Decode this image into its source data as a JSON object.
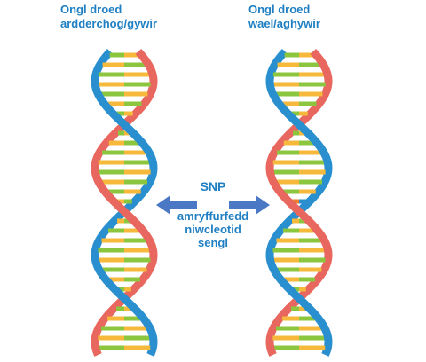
{
  "left": {
    "title": [
      "Ongl droed",
      "ardderchog/gywir"
    ]
  },
  "right": {
    "title": [
      "Ongl droed",
      "wael/aghywir"
    ]
  },
  "center": {
    "abbr": "SNP",
    "description": [
      "amryffurfedd",
      "niwcleotid",
      "sengl"
    ]
  },
  "colors": {
    "label": "#1f7fc2",
    "strand_red": "#e8675e",
    "strand_blue": "#2a8fcf",
    "base_green": "#8cc63f",
    "base_yellow": "#f6b93b",
    "snp_orange": "#f07f2e",
    "snp_blue": "#2a8fcf",
    "arrow": "#4a78c4"
  }
}
